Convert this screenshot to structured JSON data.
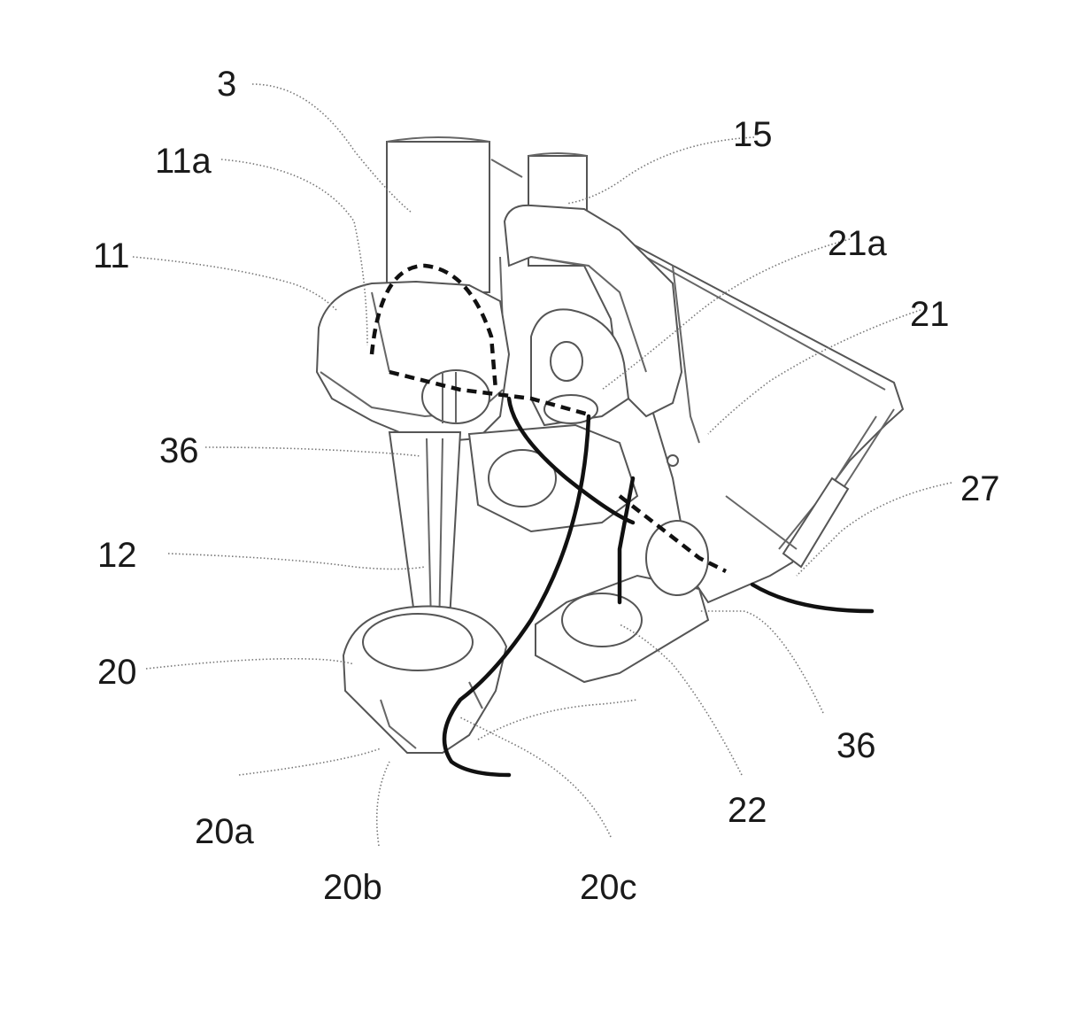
{
  "figure": {
    "labels": {
      "l3": "3",
      "l15": "15",
      "l11a": "11a",
      "l11": "11",
      "l21a": "21a",
      "l21": "21",
      "l36_left": "36",
      "l36_right": "36",
      "l12": "12",
      "l27": "27",
      "l20": "20",
      "l20a": "20a",
      "l20b": "20b",
      "l20c": "20c",
      "l22": "22"
    }
  }
}
